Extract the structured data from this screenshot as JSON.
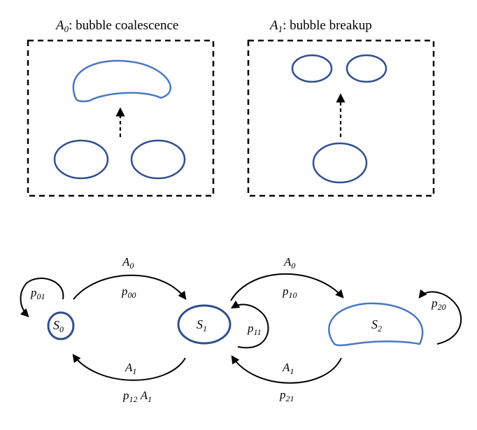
{
  "panels": {
    "coalescence": {
      "action_symbol": "A",
      "action_subscript": "0",
      "title_rest": ": bubble coalescence"
    },
    "breakup": {
      "action_symbol": "A",
      "action_subscript": "1",
      "title_rest": ": bubble breakup"
    }
  },
  "states": [
    {
      "symbol": "S",
      "subscript": "0"
    },
    {
      "symbol": "S",
      "subscript": "1"
    },
    {
      "symbol": "S",
      "subscript": "2"
    }
  ],
  "transitions": {
    "p01": {
      "symbol": "p",
      "subscript": "01"
    },
    "p00": {
      "symbol": "p",
      "subscript": "00",
      "action_symbol": "A",
      "action_subscript": "0"
    },
    "p12": {
      "symbol": "p",
      "subscript": "12",
      "action_symbol": "A",
      "action_subscript": "1",
      "extra_action_symbol": "A",
      "extra_action_subscript": "1"
    },
    "p11": {
      "symbol": "p",
      "subscript": "11"
    },
    "p10": {
      "symbol": "p",
      "subscript": "10",
      "action_symbol": "A",
      "action_subscript": "0"
    },
    "p21": {
      "symbol": "p",
      "subscript": "21",
      "action_symbol": "A",
      "action_subscript": "1"
    },
    "p20": {
      "symbol": "p",
      "subscript": "20"
    }
  },
  "colors": {
    "bubble_dark": "#2f4f8f",
    "bubble_light": "#4a78c4",
    "line": "#000000"
  }
}
